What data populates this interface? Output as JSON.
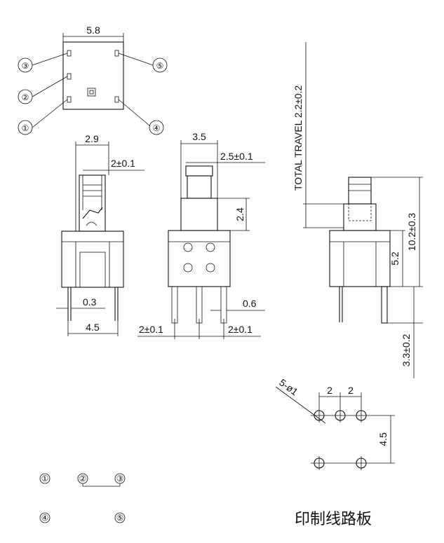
{
  "top_view": {
    "width_dim": "5.8",
    "pins": [
      "③",
      "②",
      "①",
      "⑤",
      "④"
    ]
  },
  "side_view_a": {
    "dims": [
      "2.9",
      "2±0.1",
      "0.3",
      "4.5"
    ]
  },
  "side_view_b": {
    "dims": [
      "3.5",
      "2.5±0.1",
      "2.4",
      "0.6",
      "2±0.1",
      "2±0.1"
    ]
  },
  "side_view_c": {
    "total_travel": "TOTAL TRAVEL 2.2±0.2",
    "dims": [
      "5.2",
      "10.2±0.3",
      "3.3±0.2"
    ]
  },
  "pcb_layout": {
    "hole_label": "5-ø1",
    "dims": [
      "2",
      "2",
      "4.5"
    ],
    "title": "印制线路板"
  },
  "schematic": {
    "pins": [
      "①",
      "②",
      "③",
      "④",
      "⑤"
    ]
  }
}
